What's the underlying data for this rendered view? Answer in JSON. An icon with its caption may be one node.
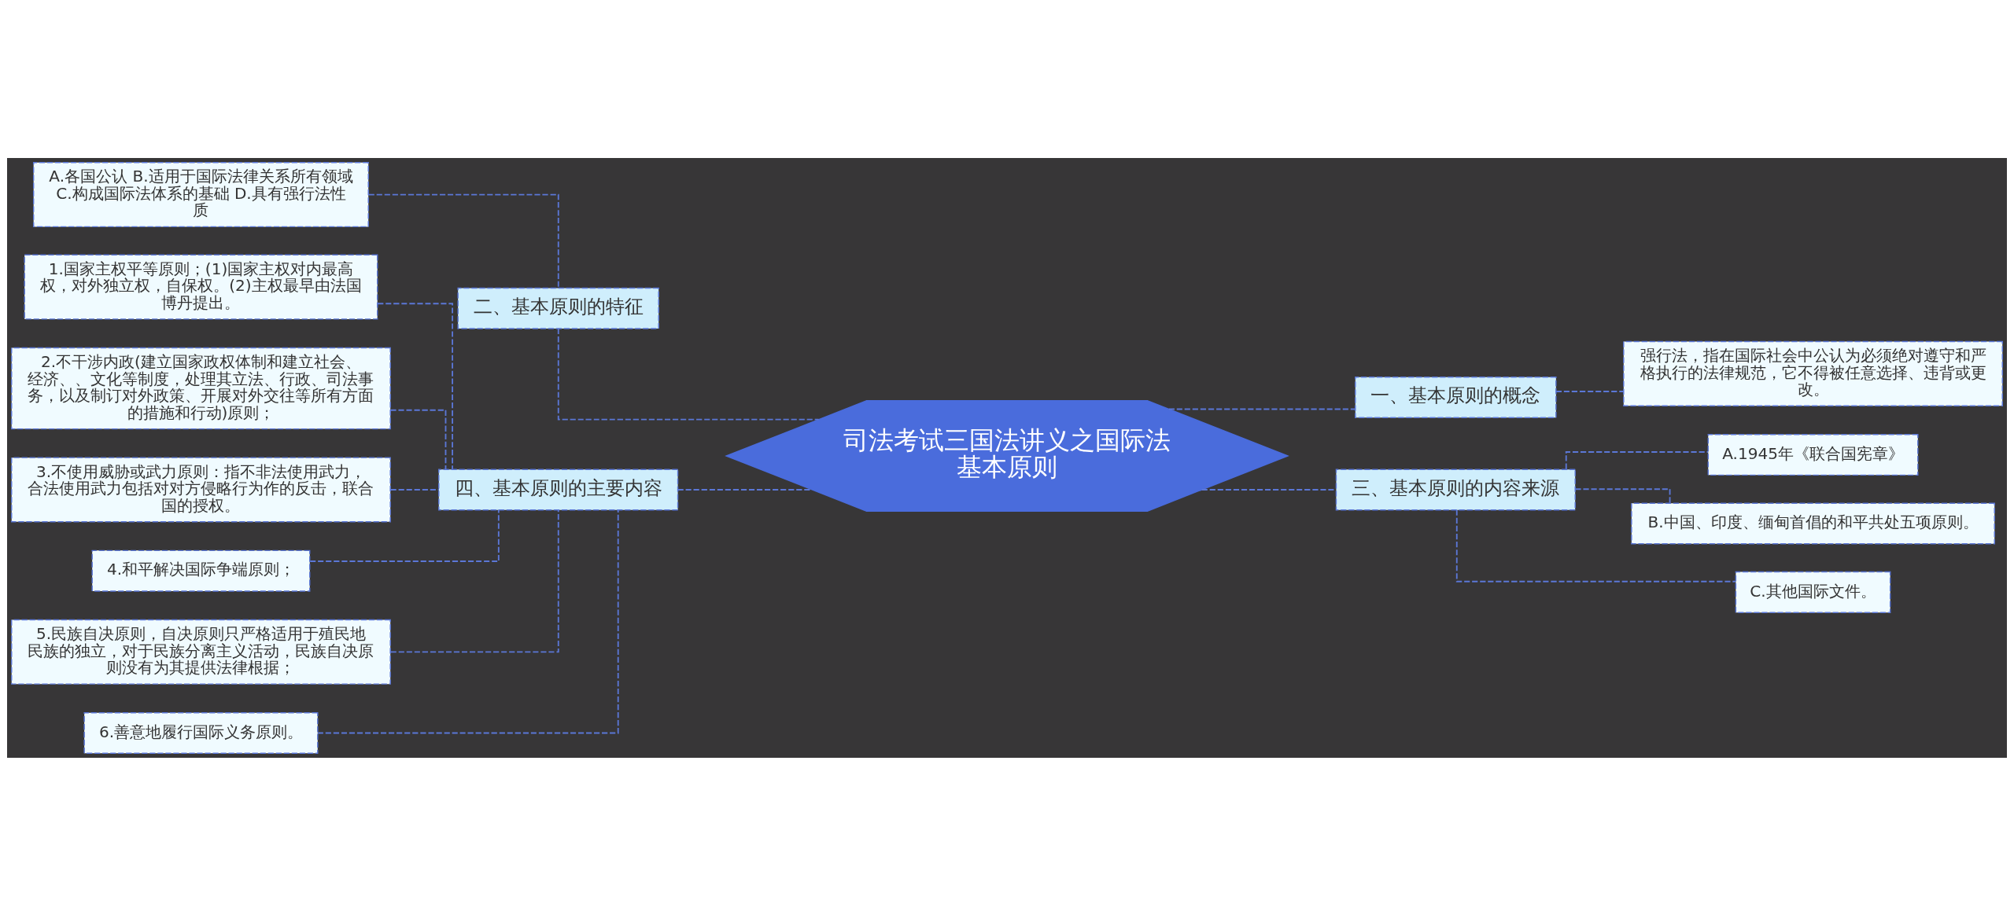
{
  "diagram": {
    "nodes": [
      {
        "text": [
          "司法考试三国法讲义之国际法基本原则"
        ]
      },
      {
        "text": [
          "一、基本原则的概念"
        ]
      },
      {
        "text": [
          "强行法，指在国际社会中公认为必须绝对遵守和严格执行的法律规范，它不得被任意选择、违背或更改。"
        ]
      },
      {
        "text": [
          "二、基本原则的特征"
        ]
      },
      {
        "text": [
          "A.各国公认 B.适用于国际法律关系所有领域 C.构成国际法体系的基础 D.具有强行法性质"
        ]
      },
      {
        "text": [
          "三、基本原则的内容来源"
        ]
      },
      {
        "text": [
          "A.1945年《联合国宪章》"
        ]
      },
      {
        "text": [
          "B.中国、印度、缅甸首倡的和平共处五项原则。"
        ]
      },
      {
        "text": [
          "C.其他国际文件。"
        ]
      },
      {
        "text": [
          "四、基本原则的主要内容"
        ]
      },
      {
        "text": [
          "1.国家主权平等原则；(1)国家主权对内最高权，对外独立权，自保权。(2)主权最早由法国博丹提出。"
        ]
      },
      {
        "text": [
          "2.不干涉内政(建立国家政权体制和建立社会、经济、、文化等制度，处理其立法、行政、司法事务，以及制订对外政策、开展对外交往等所有方面的措施和行动)原则；"
        ]
      },
      {
        "text": [
          "3.不使用威胁或武力原则：指不非法使用武力，合法使用武力包括对对方侵略行为作的反击，联合国的授权。"
        ]
      },
      {
        "text": [
          "4.和平解决国际争端原则；"
        ]
      },
      {
        "text": [
          "5.民族自决原则，自决原则只严格适用于殖民地民族的独立，对于民族分离主义活动，民族自决原则没有为其提供法律根据；"
        ]
      },
      {
        "text": [
          "6.善意地履行国际义务原则。"
        ]
      }
    ],
    "edges": [
      {
        "from": 0,
        "to": 1,
        "arrow": "none",
        "style": "dashed"
      },
      {
        "from": 1,
        "to": 2,
        "arrow": "none",
        "style": "dashed"
      },
      {
        "from": 0,
        "to": 3,
        "arrow": "none",
        "style": "dashed"
      },
      {
        "from": 3,
        "to": 4,
        "arrow": "none",
        "style": "dashed"
      },
      {
        "from": 0,
        "to": 5,
        "arrow": "none",
        "style": "dashed"
      },
      {
        "from": 5,
        "to": 6,
        "arrow": "none",
        "style": "dashed"
      },
      {
        "from": 5,
        "to": 7,
        "arrow": "none",
        "style": "dashed"
      },
      {
        "from": 5,
        "to": 8,
        "arrow": "none",
        "style": "dashed"
      },
      {
        "from": 0,
        "to": 9,
        "arrow": "none",
        "style": "dashed"
      },
      {
        "from": 9,
        "to": 10,
        "arrow": "none",
        "style": "dashed"
      },
      {
        "from": 9,
        "to": 11,
        "arrow": "none",
        "style": "dashed"
      },
      {
        "from": 9,
        "to": 12,
        "arrow": "none",
        "style": "dashed"
      },
      {
        "from": 9,
        "to": 13,
        "arrow": "none",
        "style": "dashed"
      },
      {
        "from": 9,
        "to": 14,
        "arrow": "none",
        "style": "dashed"
      },
      {
        "from": 9,
        "to": 15,
        "arrow": "none",
        "style": "dashed"
      }
    ]
  }
}
